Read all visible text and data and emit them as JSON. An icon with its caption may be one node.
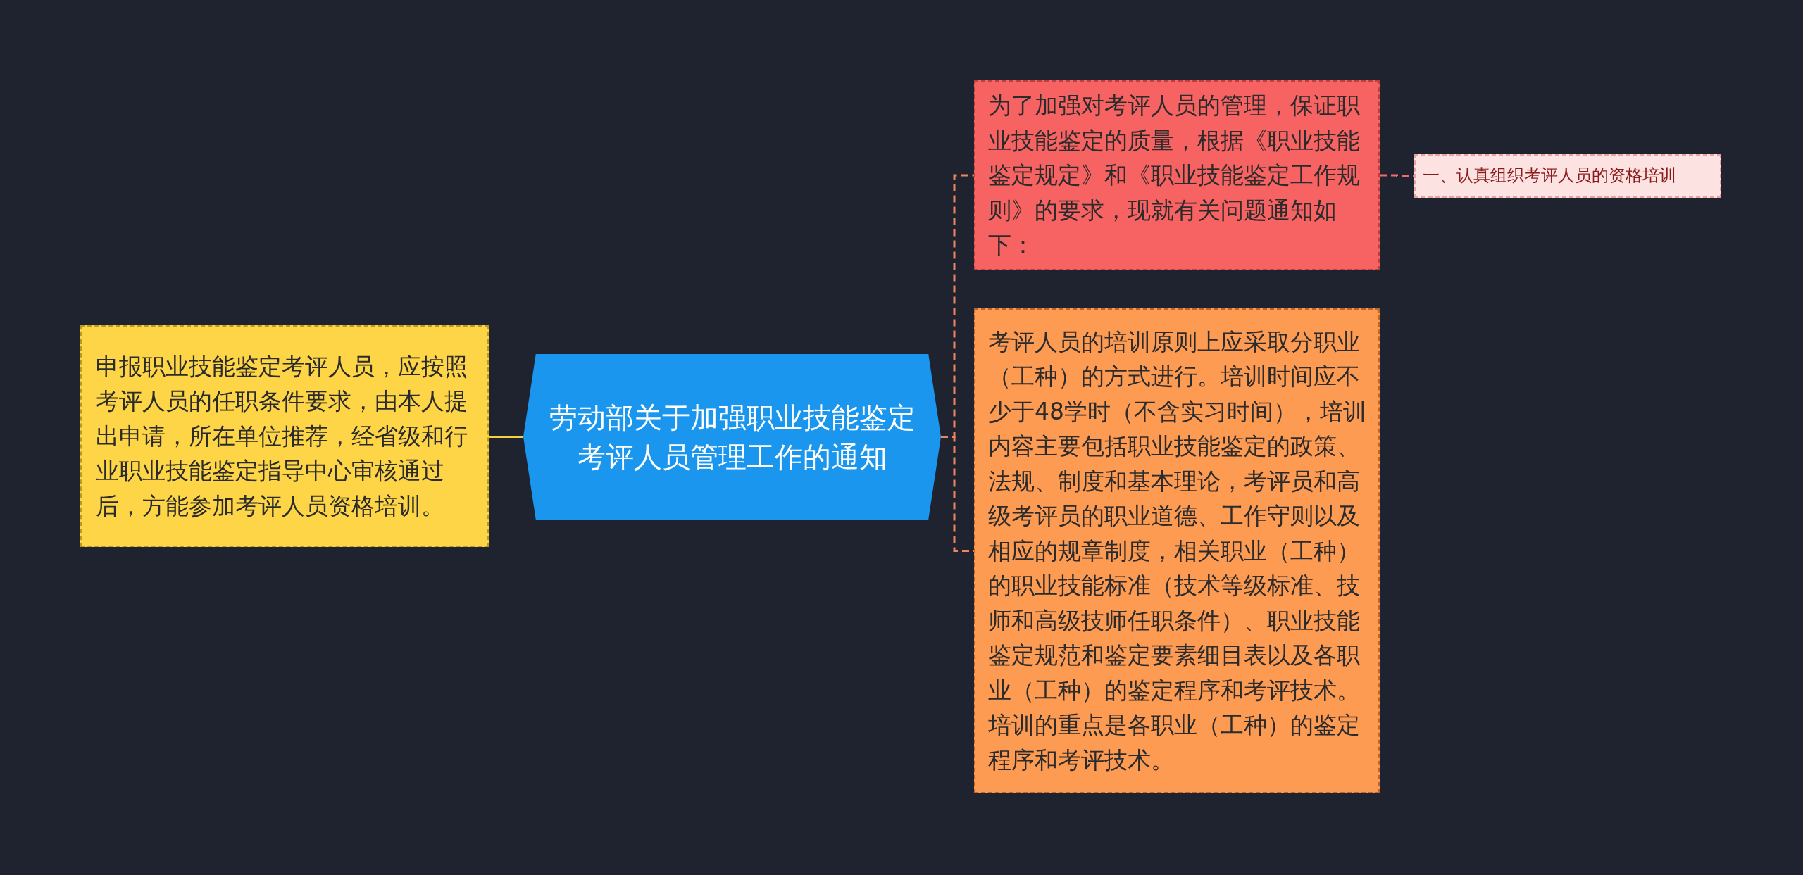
{
  "diagram": {
    "nodes": [
      {
        "text": [
          "劳动部关于加强职业技能鉴定考评人员管理工作的通知"
        ]
      },
      {
        "text": [
          "申报职业技能鉴定考评人员，应按照考评人员的任职条件要求，由本人提出申请，所在单位推荐，经省级和行业职业技能鉴定指导中心审核通过后，方能参加考评人员资格培训。"
        ]
      },
      {
        "text": [
          "为了加强对考评人员的管理，保证职业技能鉴定的质量，根据《职业技能鉴定规定》和《职业技能鉴定工作规则》的要求，现就有关问题通知如下："
        ]
      },
      {
        "text": [
          "考评人员的培训原则上应采取分职业（工种）的方式进行。培训时间应不少于48学时（不含实习时间），培训内容主要包括职业技能鉴定的政策、法规、制度和基本理论，考评员和高级考评员的职业道德、工作守则以及相应的规章制度，相关职业（工种）的职业技能标准（技术等级标准、技师和高级技师任职条件）、职业技能鉴定规范和鉴定要素细目表以及各职业（工种）的鉴定程序和考评技术。培训的重点是各职业（工种）的鉴定程序和考评技术。"
        ]
      },
      {
        "text": [
          "一、认真组织考评人员的资格培训"
        ]
      }
    ],
    "edges": [
      {
        "from": 0,
        "to": 1,
        "arrow": "none",
        "color": "#f5d142"
      },
      {
        "from": 0,
        "to": 2,
        "arrow": "none",
        "style": "dashed"
      },
      {
        "from": 0,
        "to": 3,
        "arrow": "none",
        "style": "dashed"
      },
      {
        "from": 2,
        "to": 4,
        "arrow": "none",
        "style": "dashed",
        "color": "#f26a6a"
      }
    ]
  }
}
